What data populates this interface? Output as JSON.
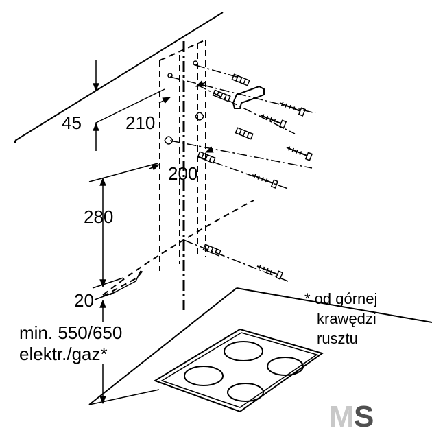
{
  "dimensions": {
    "d45": "45",
    "d210": "210",
    "d200": "200",
    "d280": "280",
    "d20": "20",
    "min_line1": "min. 550/650",
    "min_line2": "elektr./gaz*"
  },
  "footnote": {
    "line1": "* od górnej",
    "line2": "krawędzi",
    "line3": "rusztu"
  },
  "logo": {
    "m": "M",
    "s": "S",
    "m_color": "#c8c8c8",
    "s_color": "#505050"
  },
  "icons": [
    "screw-icon",
    "wall-plug-icon",
    "bracket-icon",
    "hob-burner-icon"
  ]
}
